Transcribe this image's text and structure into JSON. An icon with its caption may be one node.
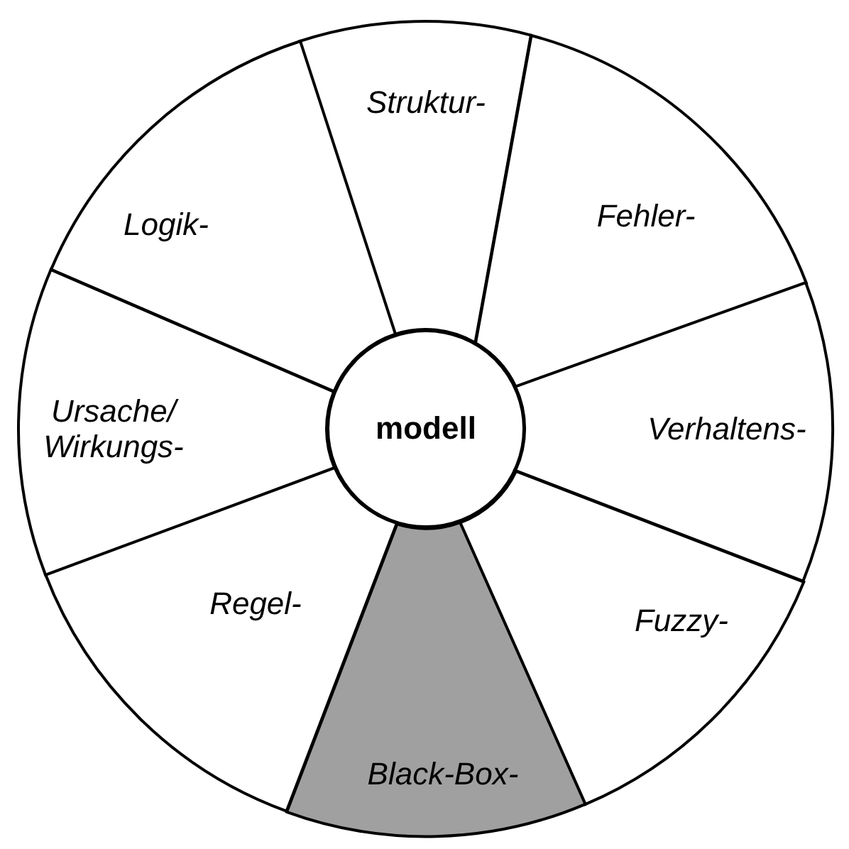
{
  "diagram": {
    "nodes": [
      {
        "text": [
          "modell"
        ]
      },
      {
        "text": [
          "Struktur-"
        ]
      },
      {
        "text": [
          "Fehler-"
        ]
      },
      {
        "text": [
          "Verhaltens-"
        ]
      },
      {
        "text": [
          "Fuzzy-"
        ]
      },
      {
        "text": [
          "Black-Box-"
        ]
      },
      {
        "text": [
          "Regel-"
        ]
      },
      {
        "text": [
          "Ursache/ Wirkungs-"
        ]
      },
      {
        "text": [
          "Logik-"
        ]
      }
    ]
  }
}
